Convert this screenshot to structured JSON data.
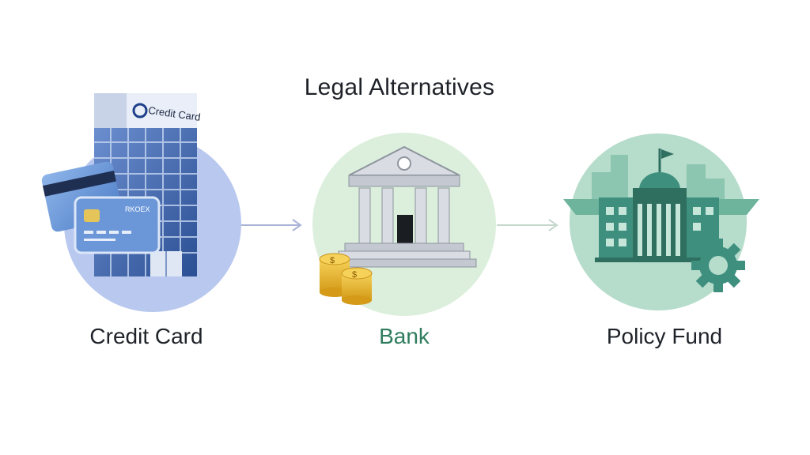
{
  "diagram": {
    "title": "Legal Alternatives",
    "nodes": [
      {
        "id": "credit",
        "label": "Credit Card",
        "label_color": "#1f2329",
        "circle_color": "#b9c8ef",
        "building_sign": "Credit Card",
        "card_text": "RKOEX"
      },
      {
        "id": "bank",
        "label": "Bank",
        "label_color": "#2f7d5e",
        "circle_color": "#dcefdc"
      },
      {
        "id": "policy",
        "label": "Policy Fund",
        "label_color": "#1f2329",
        "circle_color": "#b6dccb"
      }
    ],
    "edges": [
      {
        "from": "credit",
        "to": "bank"
      },
      {
        "from": "bank",
        "to": "policy"
      }
    ],
    "colors": {
      "arrow": "#a9b4d6",
      "arrow2": "#c6d8cc",
      "teal": "#3f8f7f",
      "coin": "#e8b52a"
    }
  }
}
